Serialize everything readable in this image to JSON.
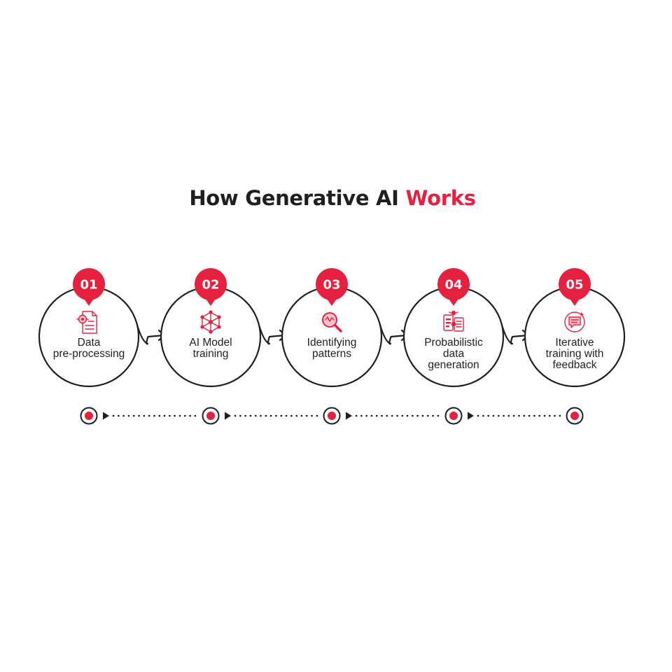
{
  "title": {
    "main": "How Generative AI ",
    "accent": "Works"
  },
  "colors": {
    "accent": "#e5213f",
    "outline": "#1f1f1f",
    "background": "#ffffff"
  },
  "steps": [
    {
      "number": "01",
      "icon": "document-gear-icon",
      "label_lines": [
        "Data",
        "pre-processing"
      ]
    },
    {
      "number": "02",
      "icon": "network-model-icon",
      "label_lines": [
        "AI Model",
        "training"
      ]
    },
    {
      "number": "03",
      "icon": "magnifier-icon",
      "label_lines": [
        "Identifying",
        "patterns"
      ]
    },
    {
      "number": "04",
      "icon": "data-documents-icon",
      "label_lines": [
        "Probabilistic",
        "data",
        "generation"
      ]
    },
    {
      "number": "05",
      "icon": "feedback-chat-icon",
      "label_lines": [
        "Iterative",
        "training with",
        "feedback"
      ]
    }
  ]
}
